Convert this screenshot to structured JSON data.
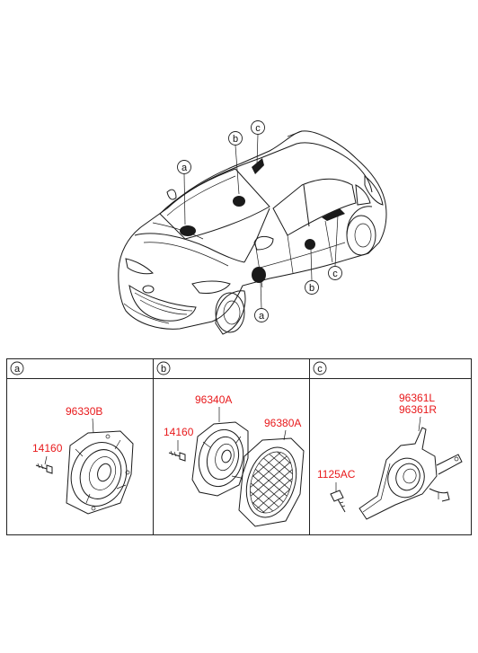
{
  "callouts": {
    "car": [
      "a",
      "b",
      "c",
      "b",
      "c",
      "a"
    ],
    "sections": [
      "a",
      "b",
      "c"
    ]
  },
  "parts": {
    "a_speaker": "96330B",
    "a_screw": "14160",
    "b_speaker": "96340A",
    "b_screw": "14160",
    "b_grille": "96380A",
    "c_tweeter_l": "96361L",
    "c_tweeter_r": "96361R",
    "c_bolt": "1125AC"
  }
}
